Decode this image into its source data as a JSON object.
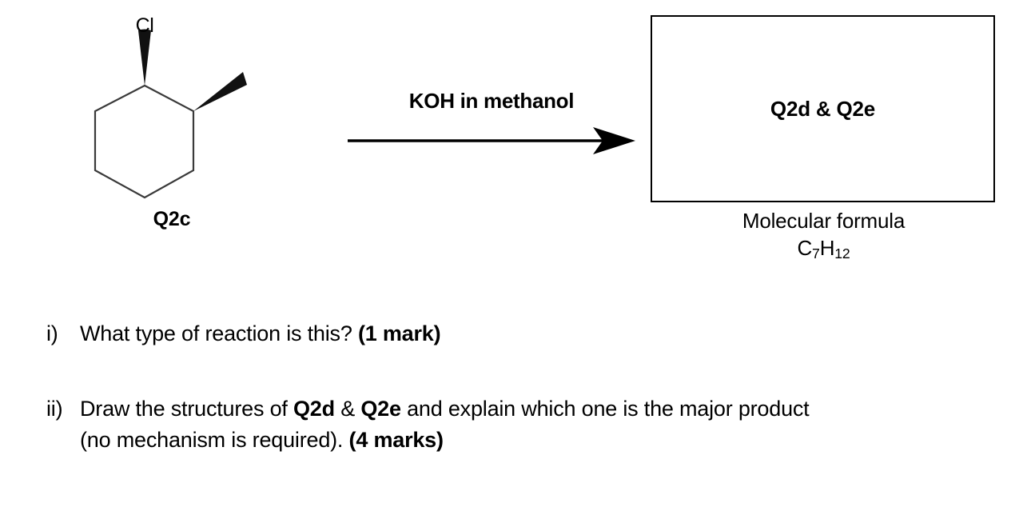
{
  "scheme": {
    "reactant": {
      "label": "Q2c",
      "substituent_label": "Cl",
      "skeleton": "cyclohexane-ring",
      "wedge_chloro": "bold-wedge-up",
      "wedge_methyl": "bold-wedge-up"
    },
    "arrow": {
      "caption": "KOH in methanol",
      "icon": "reaction-arrow-right-icon"
    },
    "product": {
      "box_label": "Q2d & Q2e",
      "formula_caption": "Molecular formula",
      "formula": {
        "parts": [
          {
            "element": "C",
            "count": "7"
          },
          {
            "element": "H",
            "count": "12"
          }
        ],
        "plain": "C7H12"
      }
    }
  },
  "questions": [
    {
      "marker": "i)",
      "lines": [
        [
          {
            "text": "What type of reaction is this? ",
            "bold": false
          },
          {
            "text": "(1 mark)",
            "bold": true
          }
        ]
      ]
    },
    {
      "marker": "ii)",
      "lines": [
        [
          {
            "text": "Draw the structures of ",
            "bold": false
          },
          {
            "text": "Q2d",
            "bold": true
          },
          {
            "text": " & ",
            "bold": false
          },
          {
            "text": "Q2e",
            "bold": true
          },
          {
            "text": " and explain which one is the major product",
            "bold": false
          }
        ],
        [
          {
            "text": "(no mechanism is required). ",
            "bold": false
          },
          {
            "text": "(4 marks)",
            "bold": true
          }
        ]
      ]
    }
  ],
  "colors": {
    "ink": "#000000",
    "page": "#ffffff",
    "ring_stroke": "#3a3a3a"
  }
}
